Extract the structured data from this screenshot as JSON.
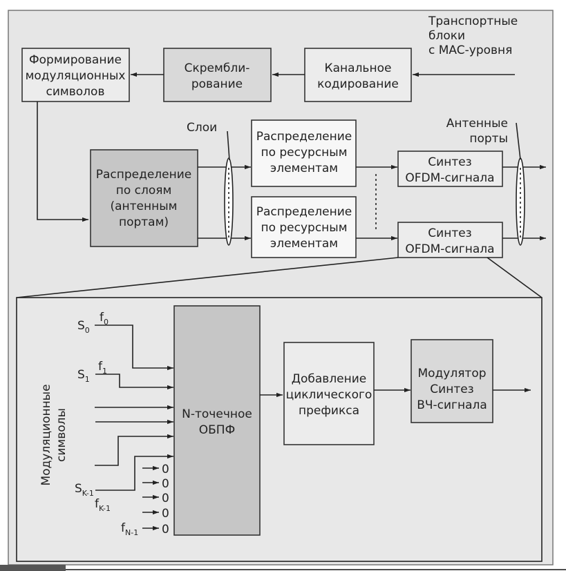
{
  "colors": {
    "background": "#e6e6e6",
    "inner_panel": "#e8e8e8",
    "box_light": "#ececec",
    "box_mid": "#d9d9d9",
    "box_dark": "#c6c6c6",
    "box_white": "#f7f7f7",
    "stroke": "#222222",
    "footer_bar": "#555555"
  },
  "top_chain": {
    "input_label": [
      "Транспортные",
      "блоки",
      "с MAC-уровня"
    ],
    "channel_coding": [
      "Канальное",
      "кодирование"
    ],
    "scrambling": [
      "Скрембли-",
      "рование"
    ],
    "modulation_symbols": [
      "Формирование",
      "модуляционных",
      "символов"
    ]
  },
  "middle": {
    "layers_label": "Слои",
    "layer_mapping": [
      "Распределение",
      "по слоям",
      "(антенным",
      "портам)"
    ],
    "resource_mapping_1": [
      "Распределение",
      "по ресурсным",
      "элементам"
    ],
    "resource_mapping_2": [
      "Распределение",
      "по ресурсным",
      "элементам"
    ],
    "ofdm_synthesis_1": [
      "Синтез",
      "OFDM-сигнала"
    ],
    "ofdm_synthesis_2": [
      "Синтез",
      "OFDM-сигнала"
    ],
    "antenna_ports_label": [
      "Антенные",
      "порты"
    ]
  },
  "detail": {
    "side_label": [
      "Модуляционные",
      "символы"
    ],
    "s0": {
      "main": "S",
      "sub": "0"
    },
    "f0": {
      "main": "f",
      "sub": "0"
    },
    "s1": {
      "main": "S",
      "sub": "1"
    },
    "f1": {
      "main": "f",
      "sub": "1"
    },
    "sk1": {
      "main": "S",
      "sub": "K-1"
    },
    "fk1": {
      "main": "f",
      "sub": "K-1"
    },
    "fn1": {
      "main": "f",
      "sub": "N-1"
    },
    "zero": "0",
    "ifft": [
      "N-точечное",
      "ОБПФ"
    ],
    "cyclic_prefix": [
      "Добавление",
      "циклического",
      "префикса"
    ],
    "rf_modulator": [
      "Модулятор",
      "Синтез",
      "ВЧ-сигнала"
    ]
  }
}
